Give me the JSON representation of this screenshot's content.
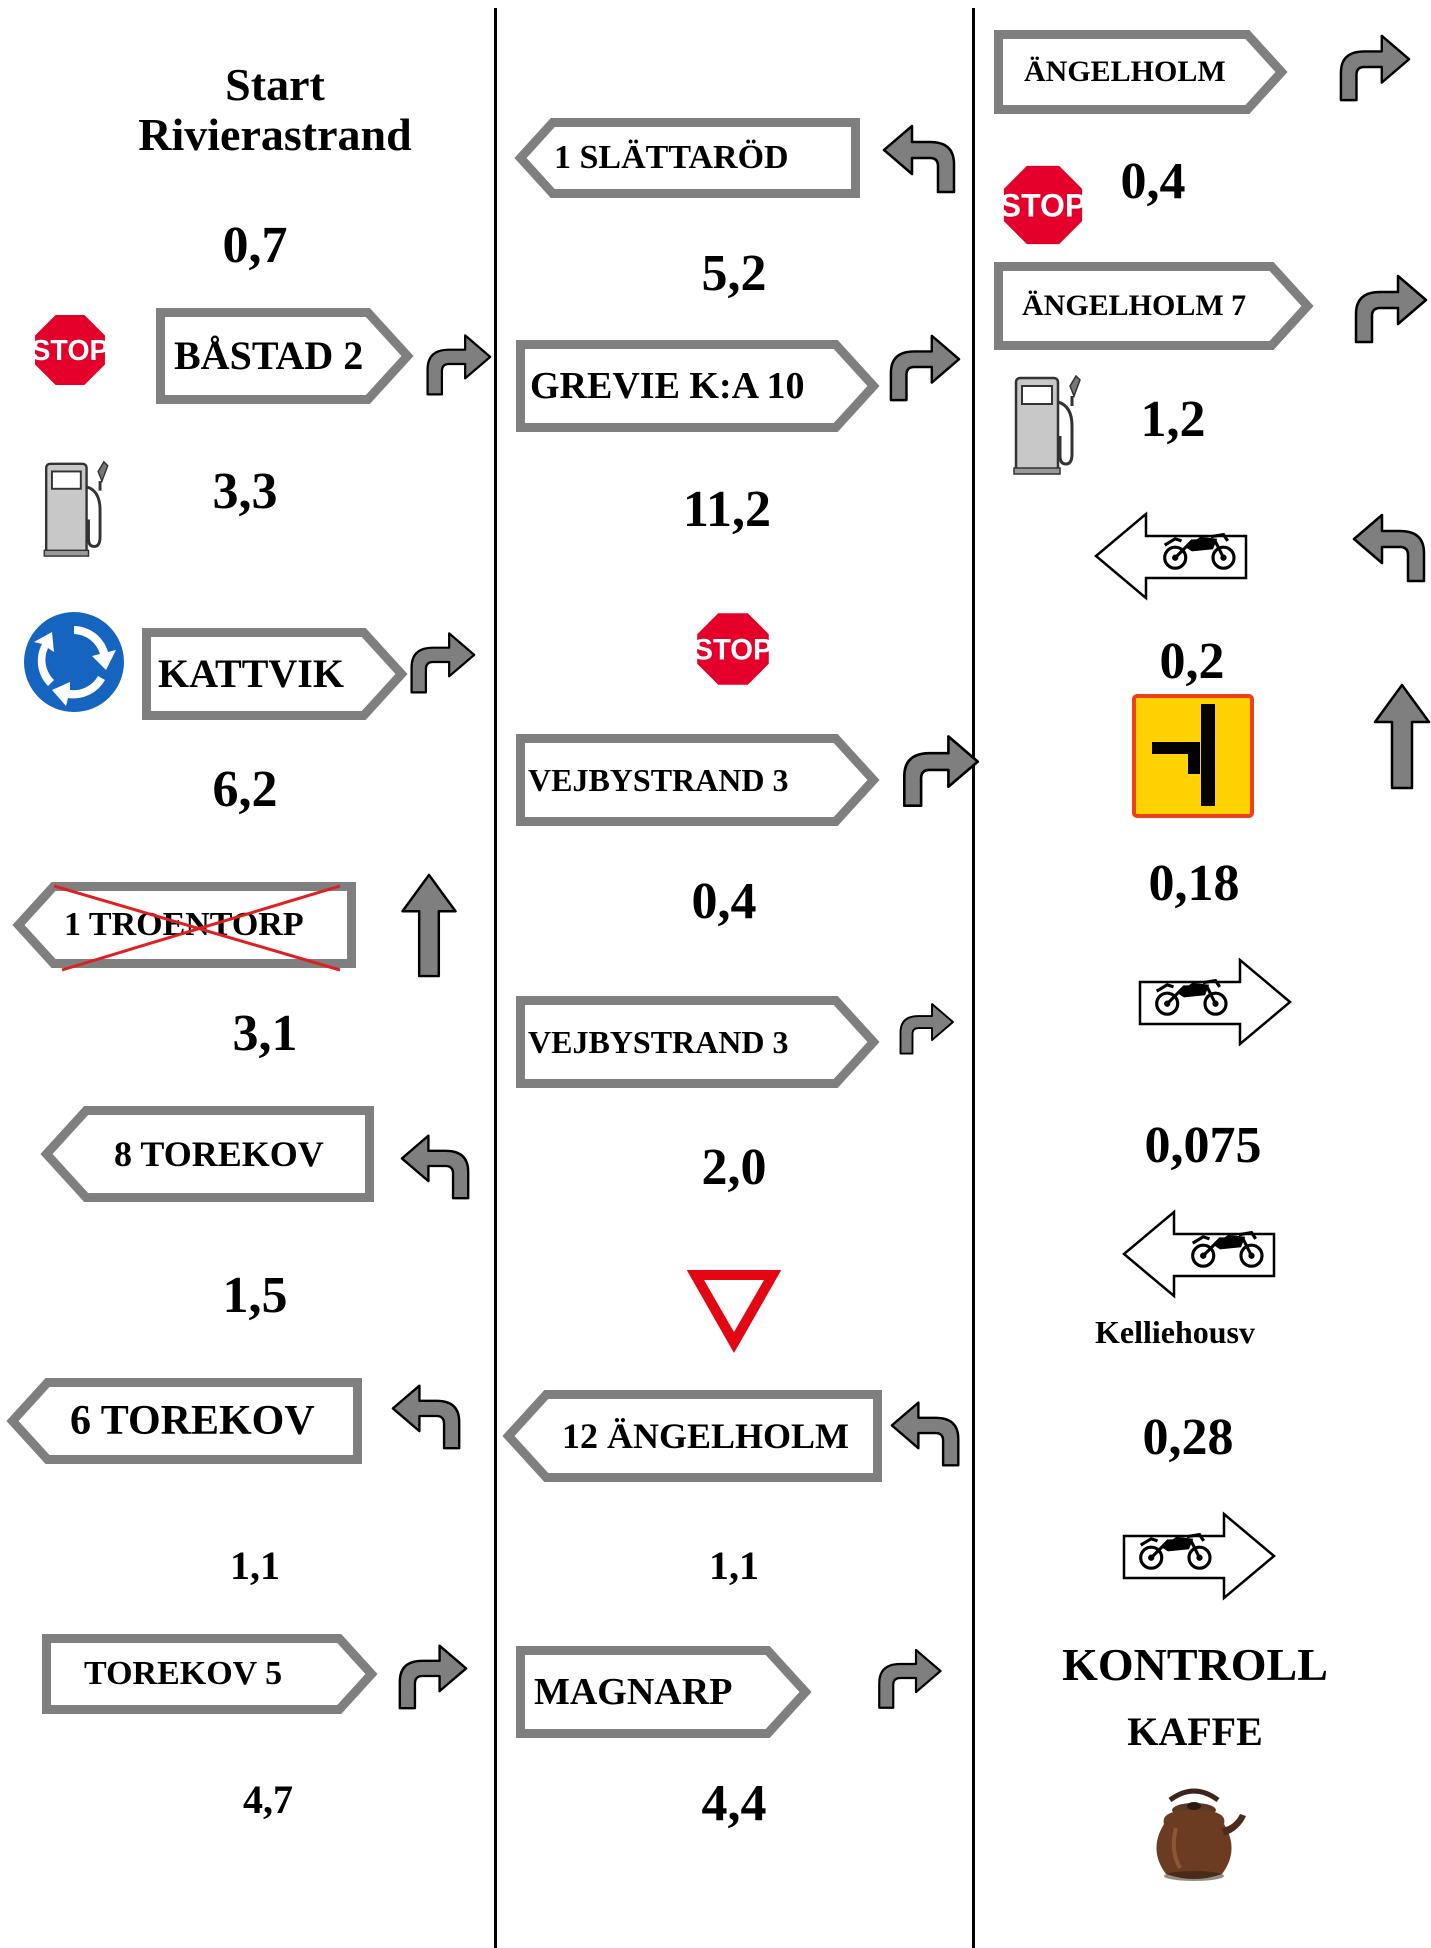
{
  "title": {
    "line1": "Start",
    "line2": "Rivierastrand"
  },
  "columns": {
    "left": {
      "distances": [
        "0,7",
        "3,3",
        "6,2",
        "3,1",
        "1,5",
        "1,1",
        "4,7"
      ],
      "signs": [
        "BÅSTAD 2",
        "KATTVIK",
        "1  TROENTORP",
        "8 TOREKOV",
        "6 TOREKOV",
        "TOREKOV 5"
      ]
    },
    "middle": {
      "distances": [
        "5,2",
        "11,2",
        "0,4",
        "2,0",
        "1,1",
        "4,4"
      ],
      "signs": [
        "1  SLÄTTARÖD",
        "GREVIE K:A 10",
        "VEJBYSTRAND 3",
        "VEJBYSTRAND 3",
        "12 ÄNGELHOLM",
        "MAGNARP"
      ]
    },
    "right": {
      "distances": [
        "0,4",
        "1,2",
        "0,2",
        "0,18",
        "0,075",
        "0,28"
      ],
      "signs": [
        "ÄNGELHOLM",
        "ÄNGELHOLM 7"
      ],
      "path_label": "Kelliehousv",
      "checkpoint": {
        "title": "KONTROLL",
        "subtitle": "KAFFE"
      }
    }
  },
  "stop_text": "STOP",
  "colors": {
    "sign_border": "#7f7f7f",
    "arrow_fill": "#7f7f7f",
    "stop_red": "#e4002b",
    "roundabout_blue": "#1565c0",
    "warning_yellow": "#ffd200",
    "warning_border": "#f0401a",
    "yield_red": "#e30613",
    "crossout_red": "#e02020"
  },
  "icons": [
    "stop-sign-icon",
    "fuel-pump-icon",
    "roundabout-icon",
    "turn-right-icon",
    "turn-left-icon",
    "straight-ahead-icon",
    "motorcycle-route-icon",
    "yield-sign-icon",
    "side-road-warning-icon",
    "coffee-kettle-icon"
  ]
}
